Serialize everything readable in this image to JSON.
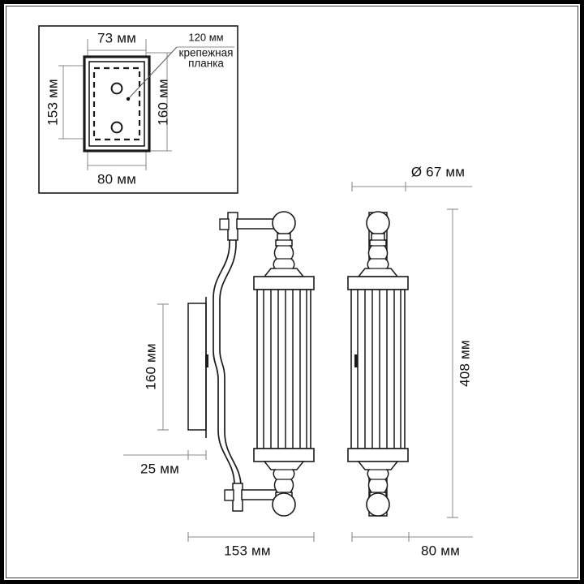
{
  "drawing": {
    "title": "Wall sconce technical drawing",
    "units": "мм",
    "line_color": "#1a1a1a",
    "dim_line_color": "#8b8b8b",
    "frame_color": "#000000",
    "background": "#ffffff"
  },
  "inset": {
    "name": "mounting plate detail",
    "dimensions": {
      "width_inner": "73 мм",
      "width_outer": "80 мм",
      "height_inner": "153 мм",
      "height_outer": "160 мм",
      "bracket_length": "120 мм"
    },
    "callout": {
      "line1": "крепежная",
      "line2": "планка"
    },
    "holes_count": 2
  },
  "side_view": {
    "name": "side elevation",
    "dimensions": {
      "backplate_height": "160 мм",
      "backplate_offset": "25 мм",
      "projection": "153 мм"
    }
  },
  "front_view": {
    "name": "front elevation",
    "dimensions": {
      "shade_diameter": "Ø 67 мм",
      "total_height": "408 мм",
      "width": "80 мм"
    }
  },
  "labels": {
    "d73": "73 мм",
    "d80_inset": "80 мм",
    "d153_inset": "153 мм",
    "d160_inset": "160 мм",
    "d120": "120 мм",
    "callout_l1": "крепежная",
    "callout_l2": "планка",
    "d160_main": "160 мм",
    "d25": "25 мм",
    "d153_main": "153 мм",
    "d67": "Ø 67 мм",
    "d408": "408 мм",
    "d80_main": "80 мм"
  }
}
